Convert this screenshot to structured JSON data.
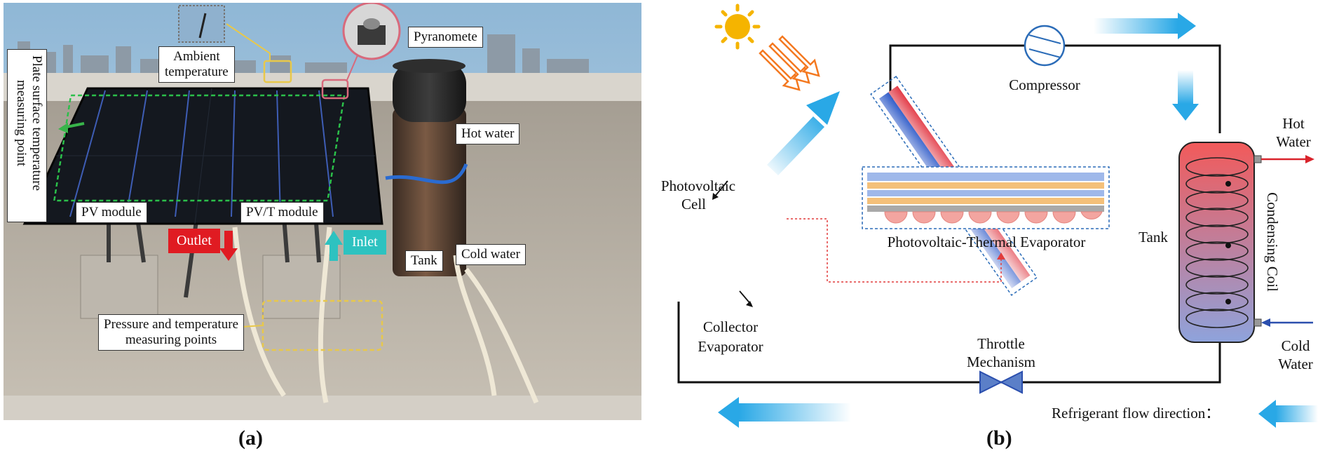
{
  "figure_a": {
    "caption": "(a)",
    "labels": {
      "ambient": [
        "Ambient",
        "temperature"
      ],
      "pyranometer": "Pyranomete",
      "plate_surface": [
        "Plate surface temperature",
        "measuring point"
      ],
      "hot_water": "Hot water",
      "pv_module": "PV module",
      "pvt_module": "PV/T module",
      "outlet": "Outlet",
      "inlet": "Inlet",
      "tank": "Tank",
      "cold_water": "Cold water",
      "pressure": [
        "Pressure and temperature",
        "measuring points"
      ]
    }
  },
  "figure_b": {
    "caption": "(b)",
    "labels": {
      "compressor": "Compressor",
      "hot_water": [
        "Hot",
        "Water"
      ],
      "photovoltaic_cell": [
        "Photovoltaic",
        "Cell"
      ],
      "pvt_evaporator": "Photovoltaic-Thermal Evaporator",
      "tank": "Tank",
      "condensing_coil": "Condensing Coil",
      "collector_evaporator": [
        "Collector",
        "Evaporator"
      ],
      "throttle": [
        "Throttle",
        "Mechanism"
      ],
      "cold_water": [
        "Cold",
        "Water"
      ],
      "flow_direction": "Refrigerant flow direction："
    },
    "colors": {
      "flow_arrow": "#29a8e6",
      "tank_top": "#f25a5a",
      "tank_bottom": "#8ea3dc",
      "hot_line": "#d9232b",
      "cold_line": "#2b4fae",
      "sun": "#f5b400",
      "heat_arrow": "#f47920"
    }
  }
}
